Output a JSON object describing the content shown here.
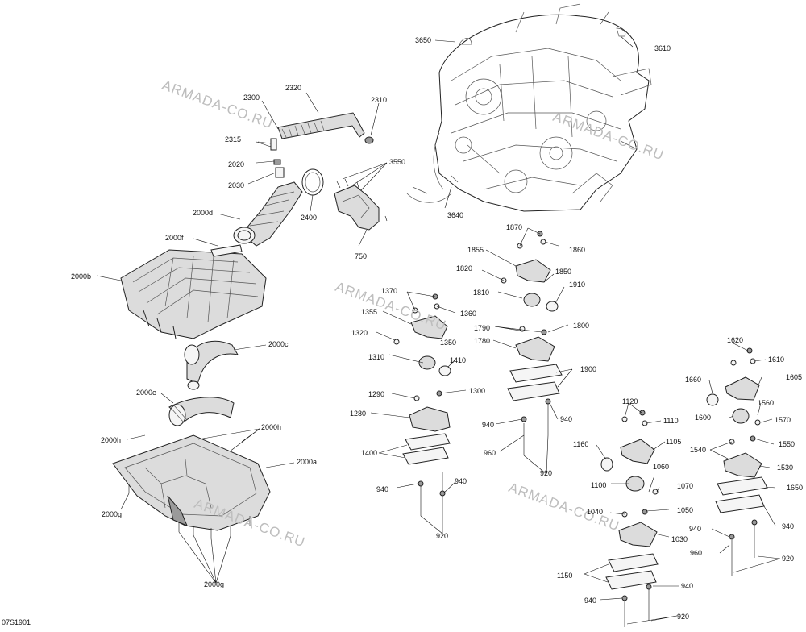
{
  "watermark": "ARMADA-CO.RU",
  "drawing_code": "07S1901",
  "labels": {
    "l3650": "3650",
    "l3610": "3610",
    "l2320": "2320",
    "l2300": "2300",
    "l2310": "2310",
    "l2315": "2315",
    "l2020": "2020",
    "l2030": "2030",
    "l3550": "3550",
    "l2000d": "2000d",
    "l2400": "2400",
    "l3640": "3640",
    "l2000f": "2000f",
    "l750": "750",
    "l1870": "1870",
    "l1855": "1855",
    "l1860": "1860",
    "l2000b": "2000b",
    "l1820": "1820",
    "l1850": "1850",
    "l1810": "1810",
    "l1910": "1910",
    "l1370": "1370",
    "l1355": "1355",
    "l1360": "1360",
    "l1790": "1790",
    "l1800": "1800",
    "l1780": "1780",
    "l1320": "1320",
    "l1350": "1350",
    "l2000c": "2000c",
    "l1310": "1310",
    "l1410": "1410",
    "l1620": "1620",
    "l1610": "1610",
    "l1900": "1900",
    "l1660": "1660",
    "l1605": "1605",
    "l2000e": "2000e",
    "l1290": "1290",
    "l1300": "1300",
    "l1120": "1120",
    "l1560": "1560",
    "l1280": "1280",
    "l940a": "940",
    "l940b": "940",
    "l1110": "1110",
    "l1600": "1600",
    "l1570": "1570",
    "l2000h_l": "2000h",
    "l2000h_r": "2000h",
    "l1105": "1105",
    "l1540": "1540",
    "l1550": "1550",
    "l960a": "960",
    "l1160": "1160",
    "l1400": "1400",
    "l2000a": "2000a",
    "l920a": "920",
    "l1060": "1060",
    "l1530": "1530",
    "l940c": "940",
    "l940d": "940",
    "l1100": "1100",
    "l1070": "1070",
    "l1650": "1650",
    "l2000g_l": "2000g",
    "l1040": "1040",
    "l1050": "1050",
    "l920b": "920",
    "l940e": "940",
    "l1030": "1030",
    "l940f": "940",
    "l960b": "960",
    "l920c": "920",
    "l1150": "1150",
    "l940g": "940",
    "l2000g_b": "2000g",
    "l940h": "940",
    "l920d": "920"
  }
}
